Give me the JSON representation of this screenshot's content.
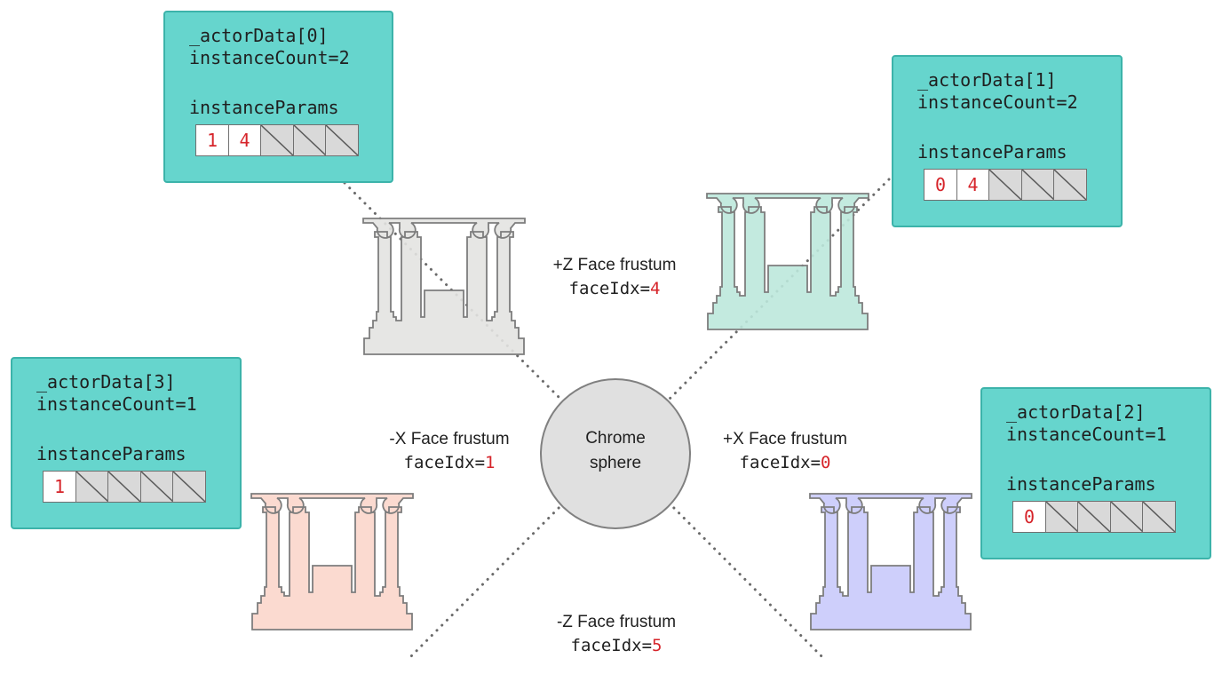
{
  "sphere": {
    "line1": "Chrome",
    "line2": "sphere"
  },
  "frustums": {
    "pz": {
      "title": "+Z Face frustum",
      "idx_label": "faceIdx=",
      "idx": "4"
    },
    "nx": {
      "title": "-X Face frustum",
      "idx_label": "faceIdx=",
      "idx": "1"
    },
    "px": {
      "title": "+X Face frustum",
      "idx_label": "faceIdx=",
      "idx": "0"
    },
    "nz": {
      "title": "-Z Face frustum",
      "idx_label": "faceIdx=",
      "idx": "5"
    }
  },
  "actors": {
    "a0": {
      "name": "_actorData[0]",
      "count": "instanceCount=2",
      "params_label": "instanceParams",
      "p0": "1",
      "p1": "4"
    },
    "a1": {
      "name": "_actorData[1]",
      "count": "instanceCount=2",
      "params_label": "instanceParams",
      "p0": "0",
      "p1": "4"
    },
    "a2": {
      "name": "_actorData[2]",
      "count": "instanceCount=1",
      "params_label": "instanceParams",
      "p0": "0"
    },
    "a3": {
      "name": "_actorData[3]",
      "count": "instanceCount=1",
      "params_label": "instanceParams",
      "p0": "1"
    }
  },
  "colors": {
    "box_fill": "#66d5cd",
    "pillar_gray": "#e3e3e1",
    "pillar_green": "#bde8dc",
    "pillar_pink": "#fbd8cd",
    "pillar_purple": "#cbccfb",
    "index_red": "#d6242a"
  }
}
